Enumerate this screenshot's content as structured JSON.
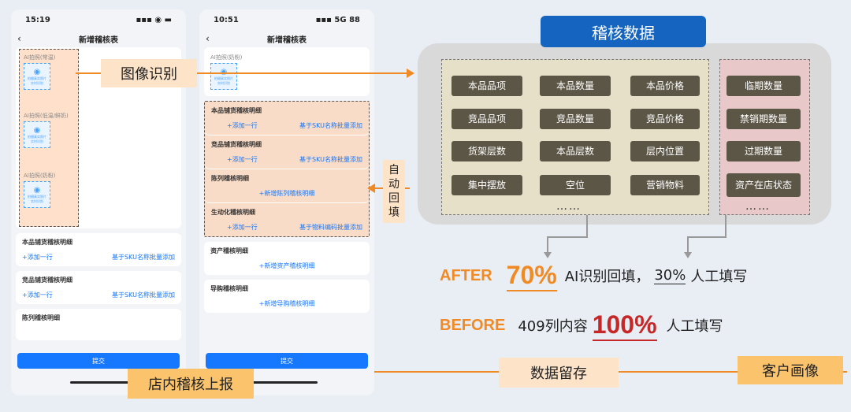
{
  "phone1": {
    "time": "15:19",
    "signal": "▪▪▪ ◉ ▬",
    "title": "新增稽核表",
    "ai_labels": [
      "AI拍照(常温)",
      "AI拍照(低温/鲜奶)",
      "AI拍照(奶粉)"
    ],
    "photo_text": "拍摄真实照片",
    "photo_sub": "实时识别",
    "cards": [
      {
        "title": "本品铺货稽核明细",
        "left": "+添加一行",
        "right": "基于SKU名称批量添加"
      },
      {
        "title": "竞品铺货稽核明细",
        "left": "+添加一行",
        "right": "基于SKU名称批量添加"
      },
      {
        "title": "陈列稽核明细"
      }
    ],
    "submit": "提交"
  },
  "phone2": {
    "time": "10:51",
    "signal": "▪▪▪ 5G 88",
    "title": "新增稽核表",
    "ai_label": "AI拍照(奶粉)",
    "cards": [
      {
        "title": "本品铺货稽核明细",
        "left": "+添加一行",
        "right": "基于SKU名称批量添加"
      },
      {
        "title": "竞品铺货稽核明细",
        "left": "+添加一行",
        "right": "基于SKU名称批量添加"
      },
      {
        "title": "陈列稽核明细",
        "center": "+新增陈列稽核明细"
      },
      {
        "title": "生动化稽核明细",
        "left": "+添加一行",
        "right": "基于物料编码批量添加"
      },
      {
        "title": "资产稽核明细",
        "center": "+新增资产稽核明细"
      },
      {
        "title": "导购稽核明细",
        "center": "+新增导购稽核明细"
      }
    ],
    "submit": "提交"
  },
  "labels": {
    "image_recognition": "图像识别",
    "auto_fill": [
      "自",
      "动",
      "回",
      "填"
    ],
    "store_report": "店内稽核上报",
    "data_retention": "数据留存",
    "customer_profile": "客户画像"
  },
  "audit": {
    "title": "稽核数据",
    "group_a": [
      "本品品项",
      "本品数量",
      "本品价格",
      "竞品品项",
      "竞品数量",
      "竞品价格",
      "货架层数",
      "本品层数",
      "层内位置",
      "集中摆放",
      "空位",
      "营销物料"
    ],
    "group_b": [
      "临期数量",
      "禁销期数量",
      "过期数量",
      "资产在店状态"
    ],
    "dots": "……"
  },
  "after": {
    "label": "AFTER",
    "pct": "70%",
    "t1": "AI识别回填，",
    "pct2": "30%",
    "t2": "人工填写"
  },
  "before": {
    "label": "BEFORE",
    "t1": "409列内容",
    "pct": "100%",
    "t2": "人工填写"
  },
  "colors": {
    "orange": "#f08a24",
    "red": "#c62828",
    "blue": "#1565c0"
  }
}
